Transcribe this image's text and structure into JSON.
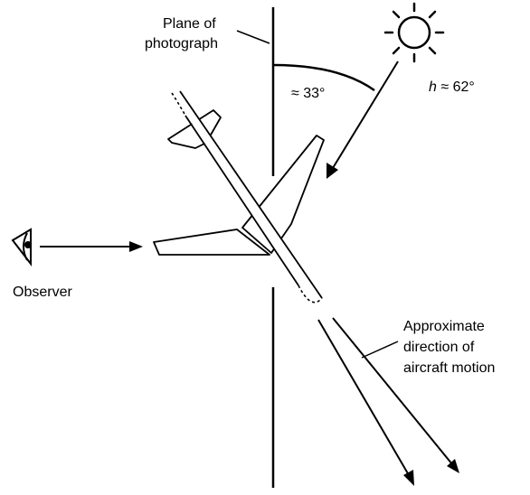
{
  "labels": {
    "plane_line1": "Plane of",
    "plane_line2": "photograph",
    "angle_a": "≈ 33°",
    "sun_h_symbol": "h",
    "sun_h_value": " ≈ 62°",
    "observer": "Observer",
    "motion_line1": "Approximate",
    "motion_line2": "direction of",
    "motion_line3": "aircraft motion"
  },
  "colors": {
    "ink": "#000000",
    "paper": "#ffffff"
  },
  "icons": [
    "sun-icon",
    "eye-icon",
    "aircraft-icon"
  ]
}
